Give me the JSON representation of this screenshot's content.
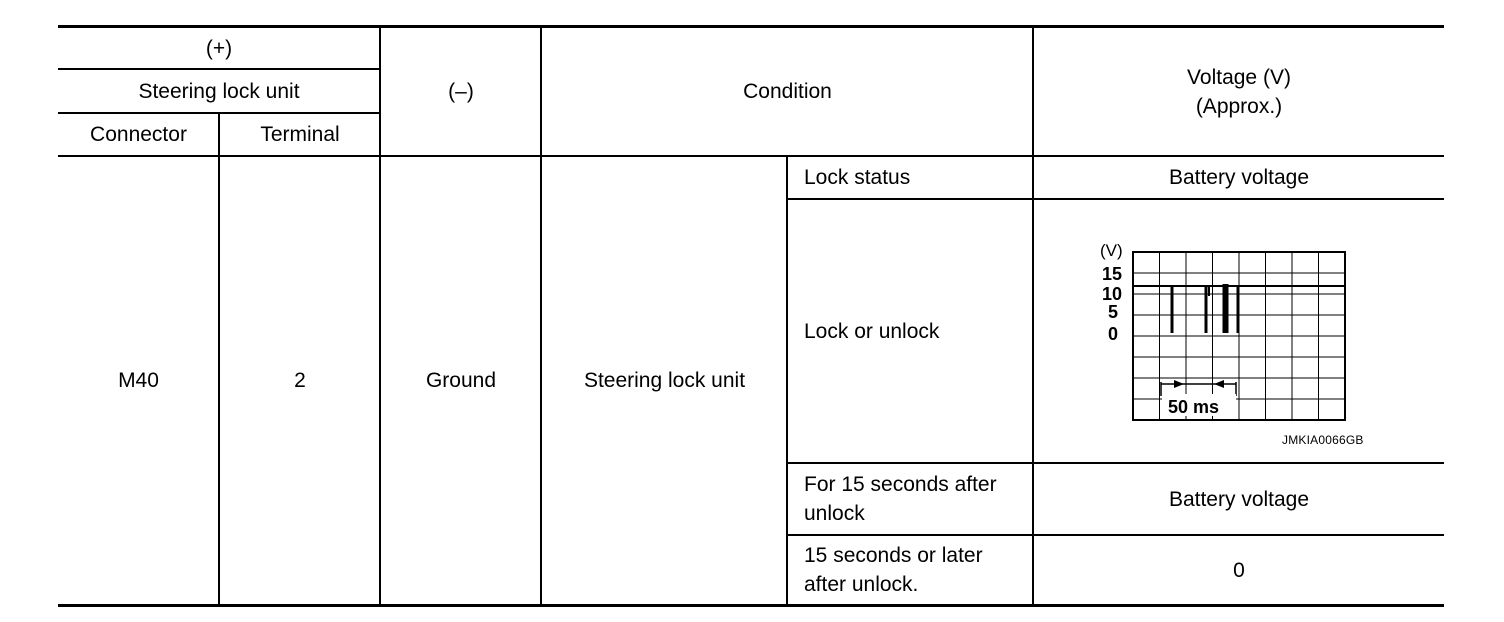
{
  "header": {
    "plus": "(+)",
    "unit": "Steering lock unit",
    "connector": "Connector",
    "terminal": "Terminal",
    "minus": "(–)",
    "condition": "Condition",
    "voltage_line1": "Voltage (V)",
    "voltage_line2": "(Approx.)"
  },
  "row": {
    "connector": "M40",
    "terminal": "2",
    "minus": "Ground",
    "condition": "Steering lock unit"
  },
  "states": [
    {
      "label": "Lock status",
      "value": "Battery voltage"
    },
    {
      "label": "Lock or unlock",
      "value": ""
    },
    {
      "label": "For 15 seconds after unlock",
      "value": "Battery voltage"
    },
    {
      "label": "15 seconds or later after unlock.",
      "value": "0"
    }
  ],
  "waveform": {
    "unit": "(V)",
    "y_ticks": [
      "15",
      "10",
      "5",
      "0"
    ],
    "scale": "50 ms",
    "code": "JMKIA0066GB"
  }
}
